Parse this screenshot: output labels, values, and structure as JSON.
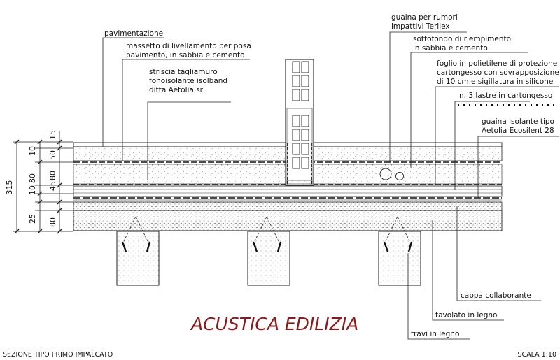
{
  "labels": {
    "pavimentazione": "pavimentazione",
    "massetto_1": "massetto di livellamento per posa",
    "massetto_2": "pavimento, in sabbia e cemento",
    "striscia_1": "striscia tagliamuro",
    "striscia_2": "fonoisolante isolband",
    "striscia_3": "ditta Aetolia srl",
    "guaina_rumori_1": "guaina per rumori",
    "guaina_rumori_2": "impattivi Terilex",
    "sottofondo_1": "sottofondo di riempimento",
    "sottofondo_2": "in sabbia e cemento",
    "foglio_1": "foglio in polietilene di protezione",
    "foglio_2": "cartongesso con sovrapposizione",
    "foglio_3": "di 10 cm e sigillatura in silicone",
    "lastre": "n. 3 lastre in cartongesso",
    "guaina_isolante_1": "guaina isolante tipo",
    "guaina_isolante_2": "Aetolia Ecosilent 28",
    "cappa": "cappa collaborante",
    "tavolato": "tavolato in legno",
    "travi": "travi in legno"
  },
  "dimensions": {
    "total": "315",
    "left_column": [
      "10",
      "80",
      "10",
      "25"
    ],
    "right_column": [
      "15",
      "50",
      "45",
      "80",
      "80"
    ]
  },
  "watermark": "ACUSTICA EDILIZIA",
  "footer": {
    "left": "SEZIONE TIPO PRIMO IMPALCATO",
    "right": "SCALA 1:10"
  }
}
